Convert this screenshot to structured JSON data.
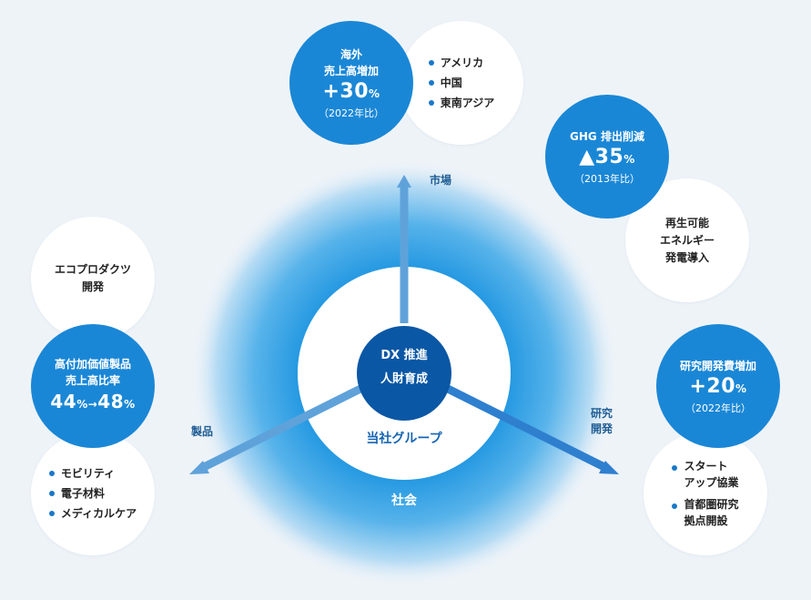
{
  "center": {
    "core_line1": "DX 推進",
    "core_line2": "人財育成",
    "group_label": "当社グループ",
    "society_label": "社会"
  },
  "axes": {
    "market": "市場",
    "product": "製品",
    "rnd_line1": "研究",
    "rnd_line2": "開発"
  },
  "market": {
    "blue": {
      "line1": "海外",
      "line2": "売上高増加",
      "value": "+30",
      "unit": "%",
      "note": "（2022年比）"
    },
    "white": {
      "items": [
        "アメリカ",
        "中国",
        "東南アジア"
      ]
    }
  },
  "ghg": {
    "blue": {
      "line1": "GHG 排出削減",
      "value": "▲35",
      "unit": "%",
      "note": "（2013年比）"
    },
    "white": {
      "line1": "再生可能",
      "line2": "エネルギー",
      "line3": "発電導入"
    }
  },
  "product": {
    "top_white": {
      "line1": "エコプロダクツ",
      "line2": "開発"
    },
    "blue": {
      "line1": "高付加価値製品",
      "line2": "売上高比率",
      "from_value": "44",
      "to_value": "48",
      "unit": "%",
      "arrow": "→"
    },
    "bottom_white": {
      "items": [
        "モビリティ",
        "電子材料",
        "メディカルケア"
      ]
    }
  },
  "rnd": {
    "blue": {
      "line1": "研究開発費増加",
      "value": "+20",
      "unit": "%",
      "note": "（2022年比）"
    },
    "white": {
      "items": [
        "スタート アップ協業",
        "首都圏研究 拠点開設"
      ],
      "item1_line1": "スタート",
      "item1_line2": "アップ協業",
      "item2_line1": "首都圏研究",
      "item2_line2": "拠点開設"
    }
  },
  "colors": {
    "brand_blue": "#1a87d6",
    "dark_blue": "#0b5aa6",
    "arrow_blue": "#6aa9dc",
    "background": "#eef3f8"
  }
}
